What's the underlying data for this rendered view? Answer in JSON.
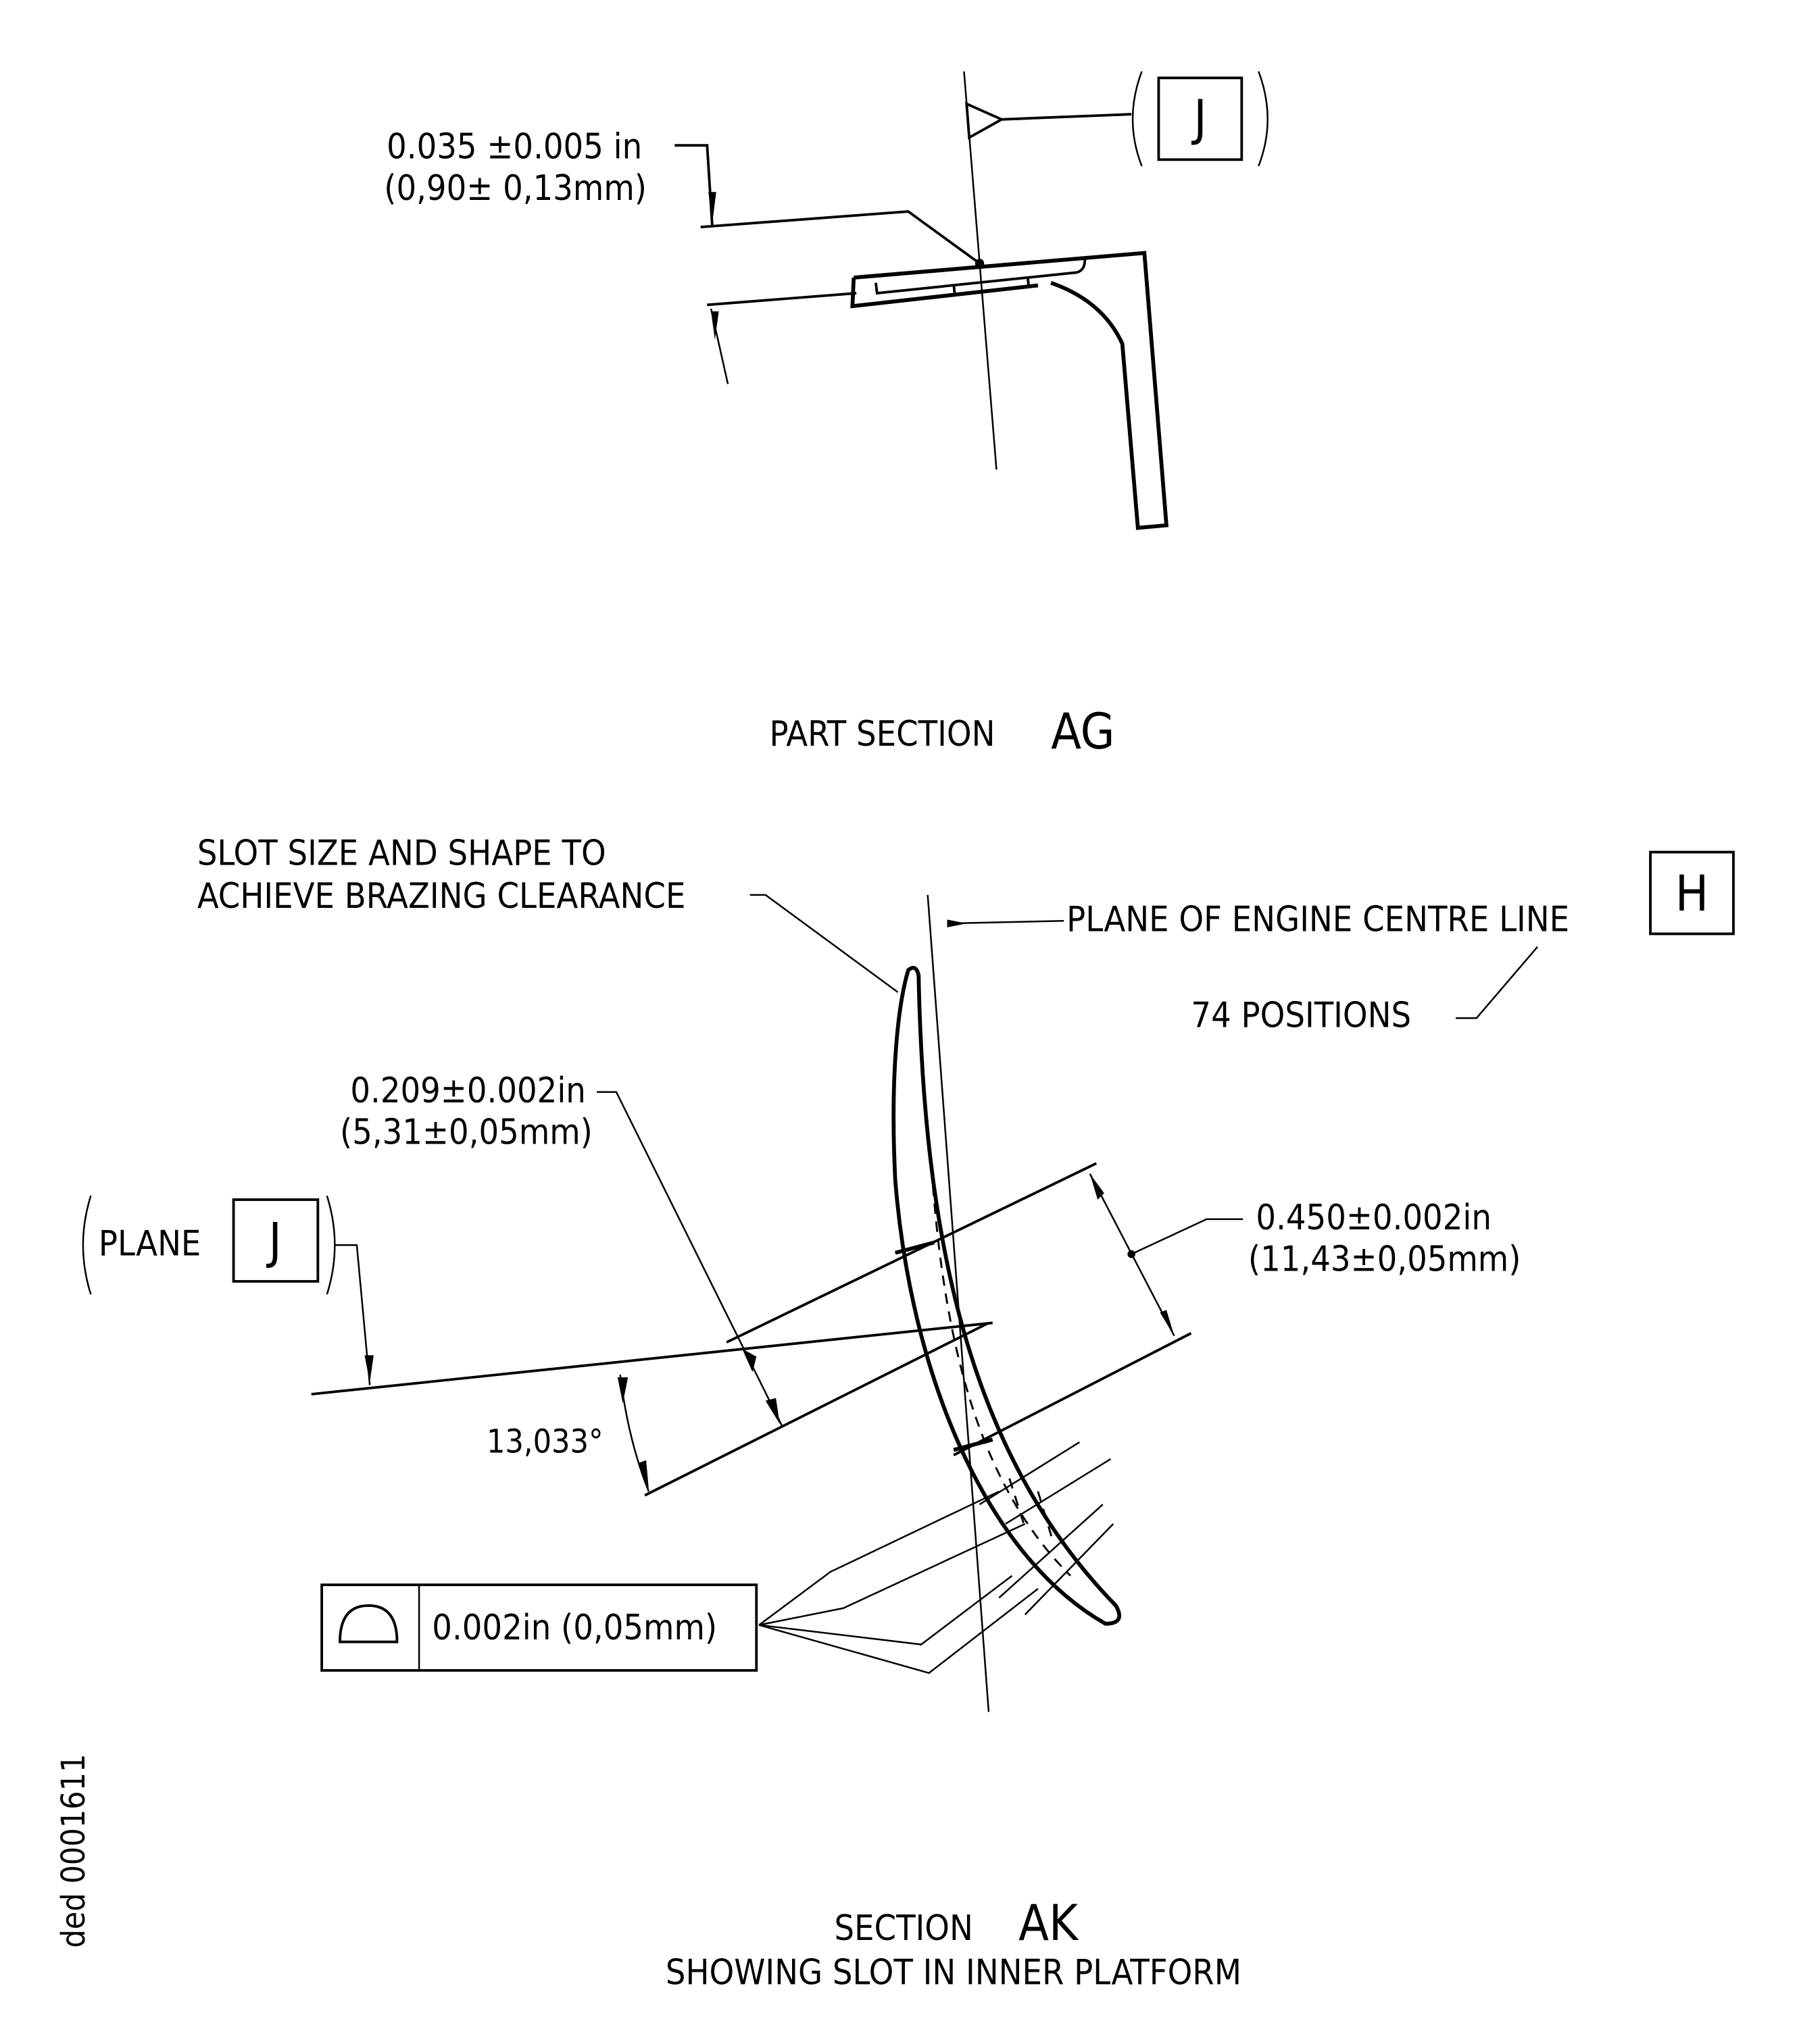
{
  "part_section_ag": {
    "title_prefix": "PART SECTION",
    "title_letter": "AG",
    "dimension_in": "0.035 ±0.005 in",
    "dimension_mm": "(0,90± 0,13mm)",
    "datum_label": "J"
  },
  "section_ak": {
    "title_prefix": "SECTION",
    "title_letter": "AK",
    "subtitle": "SHOWING SLOT IN INNER PLATFORM",
    "slot_note_line1": "SLOT SIZE AND SHAPE TO",
    "slot_note_line2": "ACHIEVE BRAZING CLEARANCE",
    "plane_note": "PLANE OF ENGINE CENTRE LINE",
    "datum_h": "H",
    "positions_note": "74 POSITIONS",
    "dim1_in": "0.209±0.002in",
    "dim1_mm": "(5,31±0,05mm)",
    "dim2_in": "0.450±0.002in",
    "dim2_mm": "(11,43±0,05mm)",
    "plane_label": "PLANE",
    "datum_j": "J",
    "angle": "13,033°",
    "profile_tolerance": "0.002in (0,05mm)",
    "profile_symbol": "profile-of-surface-icon"
  },
  "drawing_id": "ded 0001611"
}
